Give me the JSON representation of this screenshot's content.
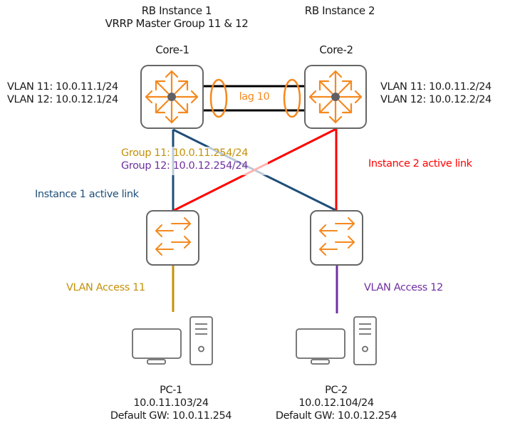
{
  "colors": {
    "instance1": "#1f4e79",
    "instance2": "#ff0000",
    "lag": "#f5891f",
    "device_outline": "#666666",
    "device_icon": "#f5891f",
    "vlan11": "#c4910a",
    "vlan12": "#7030a0",
    "text": "#1a1a1a"
  },
  "header": {
    "instance1_title": "RB Instance 1",
    "instance1_subtitle": "VRRP Master Group 11 & 12",
    "instance2_title": "RB Instance 2"
  },
  "cores": [
    {
      "name": "Core-1",
      "icon": "core-switch-icon",
      "vlans": [
        "VLAN 11: 10.0.11.1/24",
        "VLAN 12: 10.0.12.1/24"
      ]
    },
    {
      "name": "Core-2",
      "icon": "core-switch-icon",
      "vlans": [
        "VLAN 11: 10.0.11.2/24",
        "VLAN 12: 10.0.12.2/24"
      ]
    }
  ],
  "lag": {
    "label": "lag 10"
  },
  "vrrp_groups": [
    {
      "label": "Group 11: 10.0.11.254/24"
    },
    {
      "label": "Group 12: 10.0.12.254/24"
    }
  ],
  "links": {
    "instance1_label": "Instance 1 active link",
    "instance2_label": "Instance 2 active link"
  },
  "access_switches": [
    {
      "icon": "access-switch-icon",
      "access_label": "VLAN Access 11"
    },
    {
      "icon": "access-switch-icon",
      "access_label": "VLAN Access 12"
    }
  ],
  "pcs": [
    {
      "name": "PC-1",
      "ip": "10.0.11.103/24",
      "gateway": "Default GW: 10.0.11.254",
      "icon": "pc-icon"
    },
    {
      "name": "PC-2",
      "ip": "10.0.12.104/24",
      "gateway": "Default GW: 10.0.12.254",
      "icon": "pc-icon"
    }
  ]
}
